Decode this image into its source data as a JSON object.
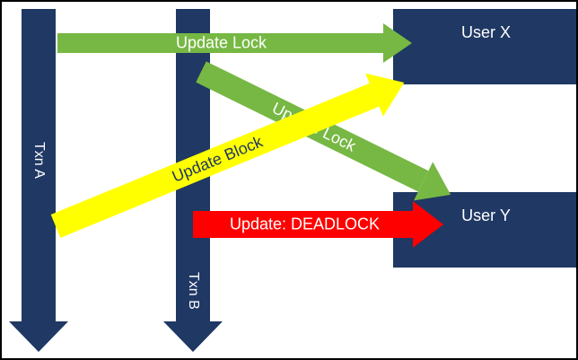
{
  "colors": {
    "navy": "#1F3864",
    "green": "#76B843",
    "yellow": "#FFFF00",
    "red": "#FF0000",
    "background": "#FFFFFF",
    "border": "#000000",
    "light_text": "#FFFFFF"
  },
  "diagram": {
    "transactions": [
      {
        "label": "Txn A"
      },
      {
        "label": "Txn B"
      }
    ],
    "users": [
      {
        "label": "User X"
      },
      {
        "label": "User Y"
      }
    ],
    "arrows": {
      "update_lock_x": {
        "label": "Update Lock",
        "color": "#76B843"
      },
      "update_lock_y": {
        "label": "Update Lock",
        "color": "#76B843"
      },
      "update_block": {
        "label": "Update Block",
        "color": "#FFFF00"
      },
      "deadlock": {
        "label": "Update: DEADLOCK",
        "color": "#FF0000"
      }
    }
  }
}
